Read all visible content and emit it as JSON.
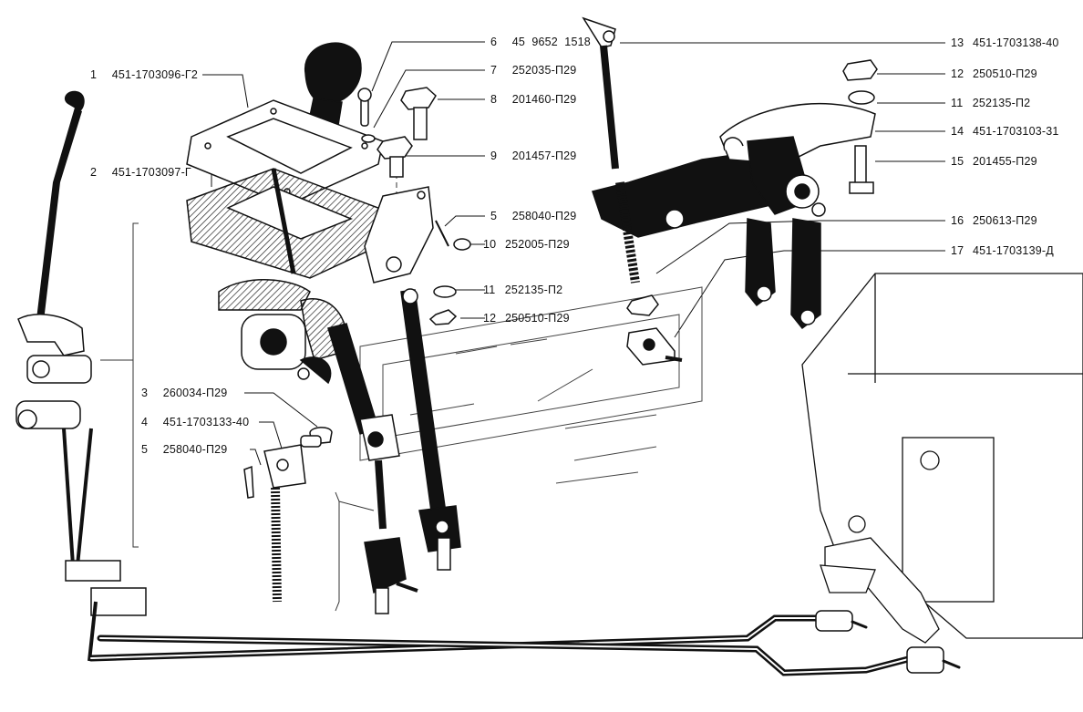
{
  "callouts": [
    {
      "num": "1",
      "code": "451-1703096-Г2"
    },
    {
      "num": "2",
      "code": "451-1703097-Г"
    },
    {
      "num": "3",
      "code": "260034-П29"
    },
    {
      "num": "4",
      "code": "451-1703133-40"
    },
    {
      "num": "5",
      "code": "258040-П29"
    },
    {
      "num": "6",
      "code": "45  9652  1518"
    },
    {
      "num": "7",
      "code": "252035-П29"
    },
    {
      "num": "8",
      "code": "201460-П29"
    },
    {
      "num": "9",
      "code": "201457-П29"
    },
    {
      "num": "5",
      "code": "258040-П29"
    },
    {
      "num": "10",
      "code": "252005-П29"
    },
    {
      "num": "11",
      "code": "252135-П2"
    },
    {
      "num": "12",
      "code": "250510-П29"
    },
    {
      "num": "13",
      "code": "451-1703138-40"
    },
    {
      "num": "12",
      "code": "250510-П29"
    },
    {
      "num": "11",
      "code": "252135-П2"
    },
    {
      "num": "14",
      "code": "451-1703103-31"
    },
    {
      "num": "15",
      "code": "201455-П29"
    },
    {
      "num": "16",
      "code": "250613-П29"
    },
    {
      "num": "17",
      "code": "451-1703139-Д"
    }
  ]
}
